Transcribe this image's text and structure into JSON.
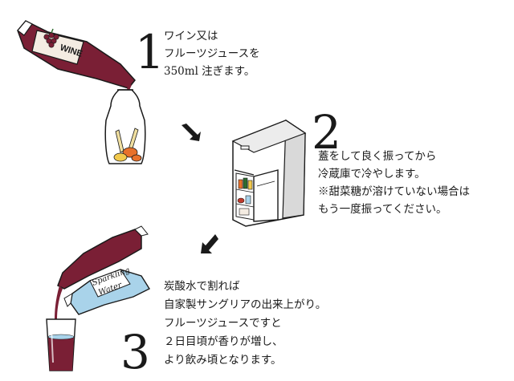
{
  "steps": [
    {
      "number": "1",
      "lines": [
        "ワイン又は",
        "フルーツジュースを",
        "350ml 注ぎます。"
      ],
      "label_text": "WINE"
    },
    {
      "number": "2",
      "lines": [
        "蓋をして良く振ってから",
        "冷蔵庫で冷やします。",
        "※甜菜糖が溶けていない場合は",
        "もう一度振ってください。"
      ]
    },
    {
      "number": "3",
      "lines": [
        "炭酸水で割れば",
        "自家製サングリアの出来上がり。",
        "フルーツジュースですと",
        "２日目頃が香りが増し、",
        "より飲み頃となります。"
      ],
      "label_text": [
        "Sparkling",
        "Water"
      ]
    }
  ],
  "colors": {
    "wine": "#7a1f35",
    "ink": "#1a1a1a",
    "fridge_gray": "#d9d9d9",
    "water": "#a9d3ea"
  }
}
